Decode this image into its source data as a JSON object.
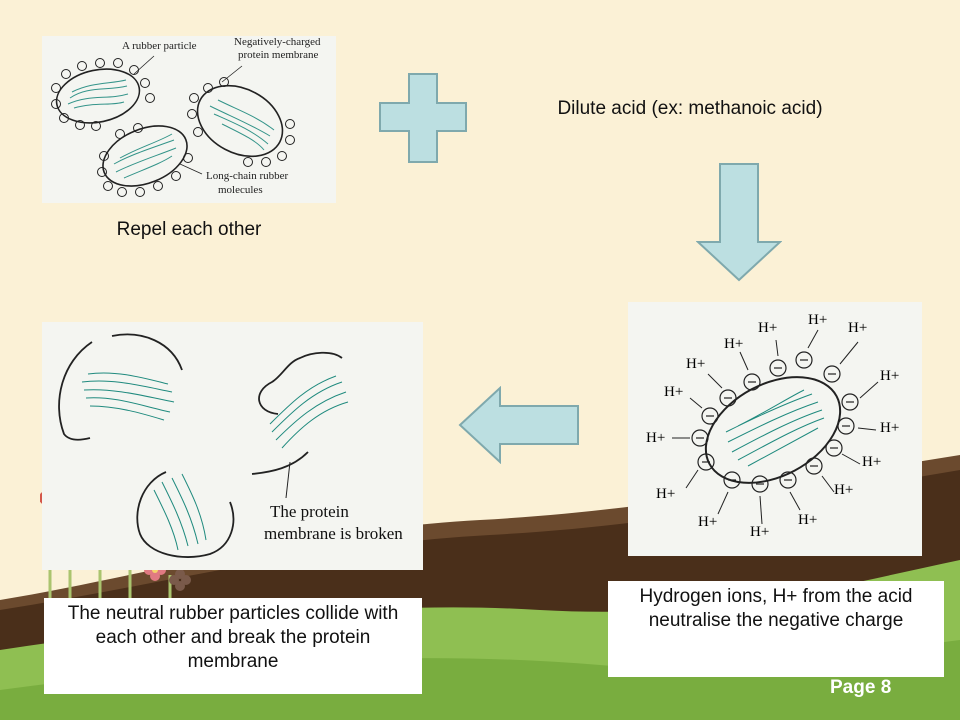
{
  "slide": {
    "caption_top_left": "Repel each other",
    "caption_top_right": "Dilute acid (ex: methanoic acid)",
    "caption_bottom_left": "The neutral rubber particles collide with each other and break the protein membrane",
    "caption_bottom_right": "Hydrogen ions, H+ from the acid neutralise the negative charge",
    "page_number": "Page 8"
  },
  "fig1": {
    "label_rubber": "A rubber particle",
    "label_membrane_1": "Negatively-charged",
    "label_membrane_2": "protein membrane",
    "label_chain_1": "Long-chain rubber",
    "label_chain_2": "molecules",
    "charge": "−"
  },
  "fig2": {
    "ion": "H+",
    "charge": "−"
  },
  "fig3": {
    "label_1": "The protein",
    "label_2": "membrane is broken"
  },
  "colors": {
    "background": "#fbf1d6",
    "arrow_fill": "#bcdfe1",
    "arrow_stroke": "#7fa9ad",
    "ground": "#8fbf52",
    "hill": "#4a2f1a",
    "rubber_ink": "#1f8a7e"
  },
  "icons": [
    "plus-icon",
    "arrow-down-icon",
    "arrow-left-icon",
    "flower-icon"
  ]
}
